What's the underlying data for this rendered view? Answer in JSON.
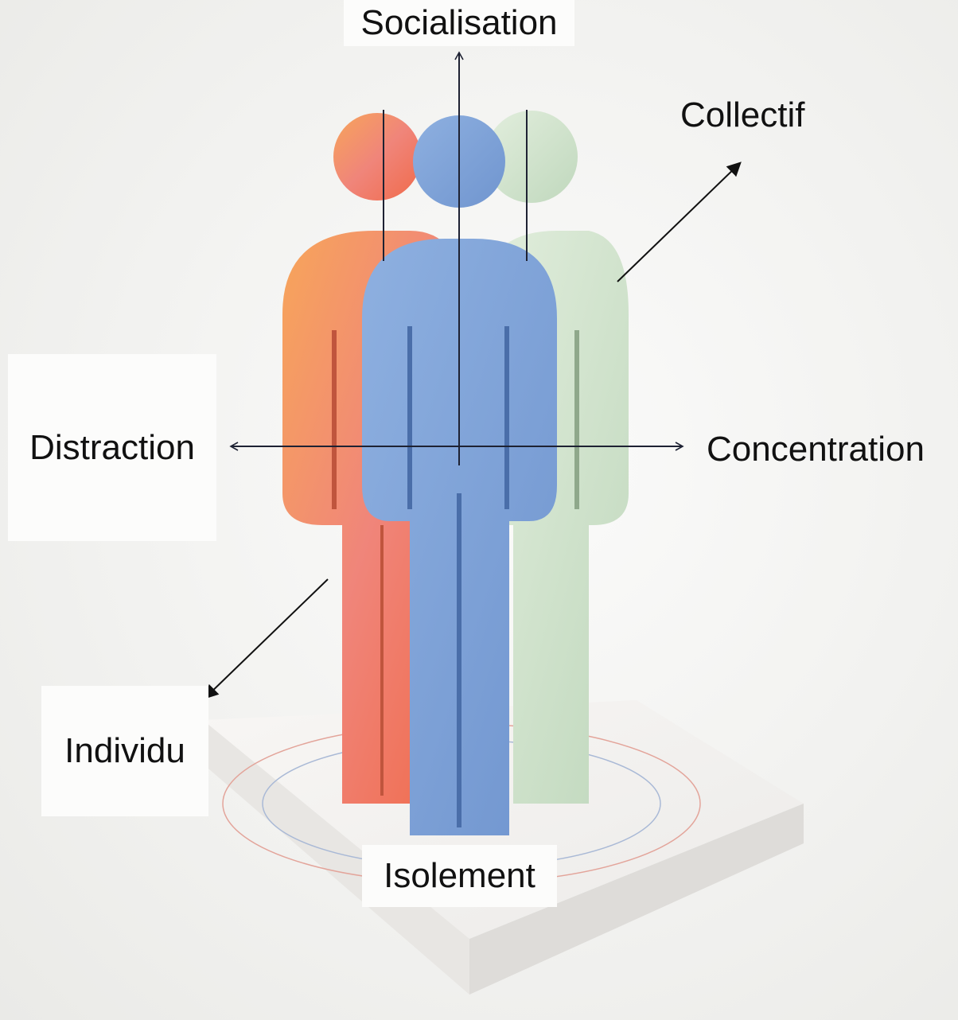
{
  "diagram": {
    "axes": {
      "vertical": {
        "top_label": "Socialisation",
        "bottom_label": "Isolement"
      },
      "horizontal": {
        "left_label": "Distraction",
        "right_label": "Concentration"
      },
      "diagonal": {
        "top_right_label": "Collectif",
        "bottom_left_label": "Individu"
      }
    },
    "figures": [
      {
        "name": "orange-red-figure",
        "color": "#f08060"
      },
      {
        "name": "blue-figure",
        "color": "#7fa3d6"
      },
      {
        "name": "green-figure",
        "color": "#cfe3cc"
      }
    ],
    "colors": {
      "axis_line": "#1e2233",
      "background": "#f1f1ef"
    }
  }
}
